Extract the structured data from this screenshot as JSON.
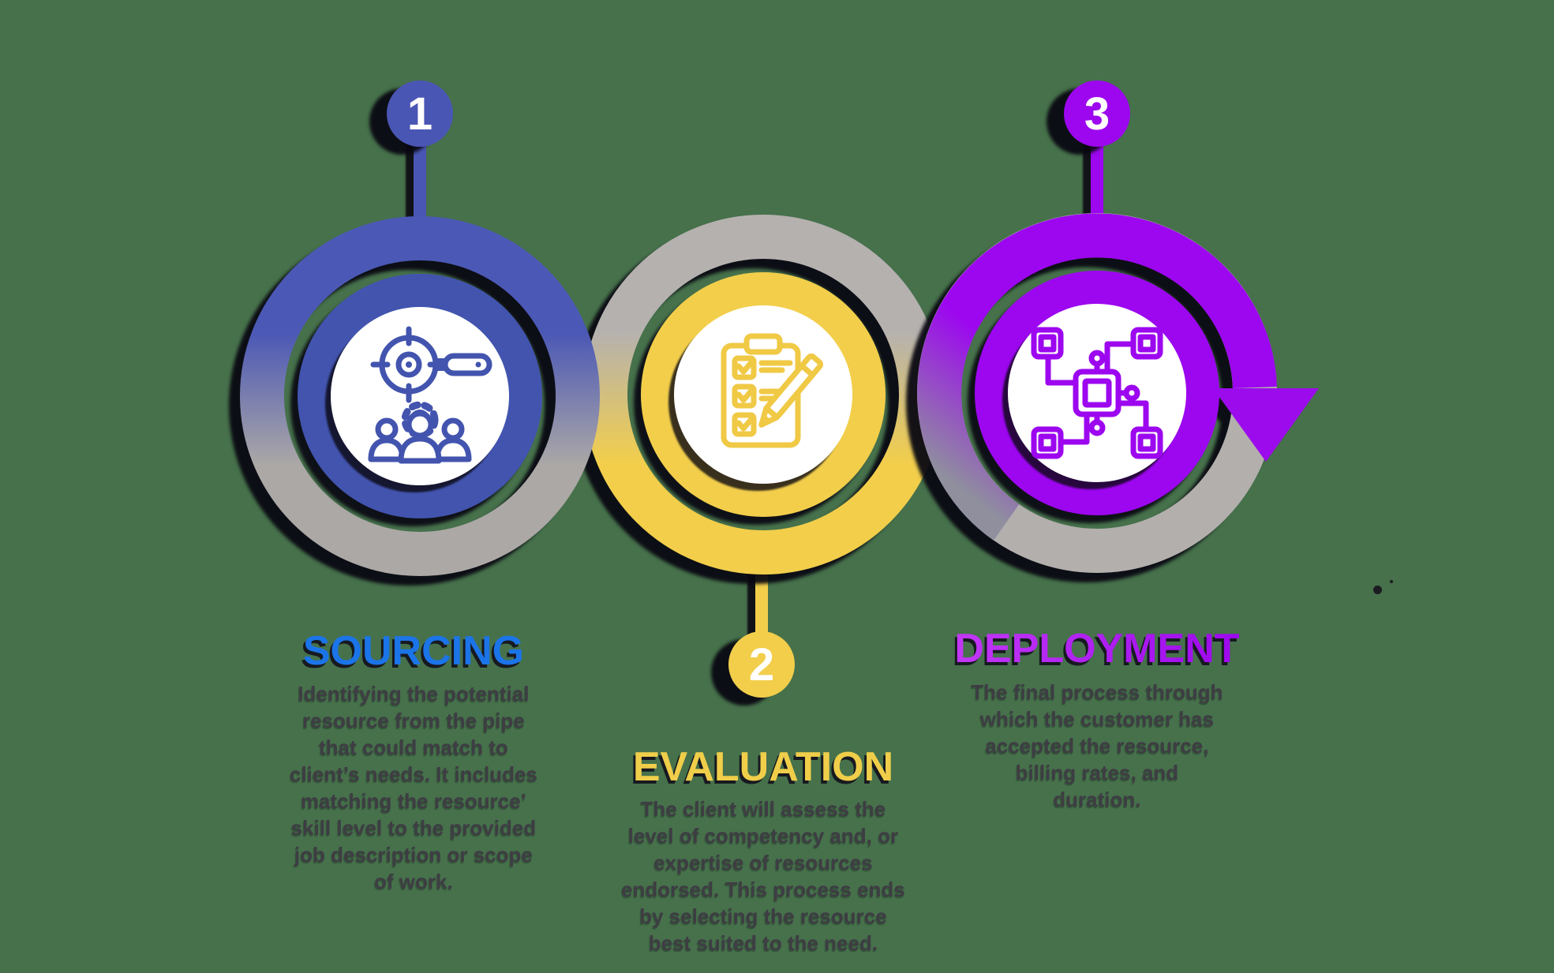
{
  "background_color": "#46714B",
  "text_color": "#3E3D43",
  "decor": {
    "dot_color": "#1d1b22"
  },
  "steps": [
    {
      "number": "1",
      "title": "SOURCING",
      "title_color": "#1B74E8",
      "accent_color": "#4254AE",
      "ring_gradient_top": "#4B58B5",
      "ring_gradient_bottom": "#ACA8A6",
      "badge_position": "top",
      "icon": "search-target-team-icon",
      "description": "Identifying the potential\nresource from the pipe\nthat could match to\nclient’s needs. It includes\nmatching the resource’\nskill level to the provided\njob description or scope\nof work."
    },
    {
      "number": "2",
      "title": "EVALUATION",
      "title_color": "#F0CE4A",
      "accent_color": "#F2CE4B",
      "ring_gradient_top": "#B5B1AF",
      "ring_gradient_bottom": "#F2CE4B",
      "badge_position": "bottom",
      "icon": "checklist-pencil-icon",
      "description": "The client will assess the\nlevel of competency and, or\nexpertise of resources\nendorsed. This process ends\nby selecting the resource\nbest suited to the need."
    },
    {
      "number": "3",
      "title": "DEPLOYMENT",
      "title_color": "#AE2BF2",
      "accent_color": "#9C07EF",
      "ring_gradient_top": "#9C07EF",
      "ring_gradient_bottom": "#B3AFAD",
      "badge_position": "top",
      "icon": "network-chip-icon",
      "arrow": true,
      "description": "The final process through\nwhich the customer has\naccepted the resource,\nbilling rates, and\nduration."
    }
  ]
}
